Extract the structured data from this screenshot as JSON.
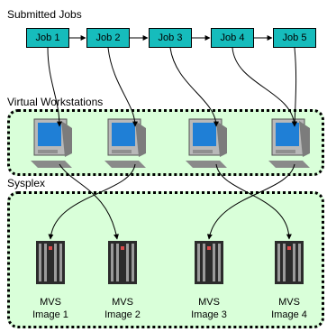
{
  "sections": {
    "submitted": "Submitted Jobs",
    "virtual": "Virtual Workstations",
    "sysplex": "Sysplex"
  },
  "jobs": [
    "Job 1",
    "Job 2",
    "Job 3",
    "Job 4",
    "Job 5"
  ],
  "images": [
    {
      "line1": "MVS",
      "line2": "Image 1"
    },
    {
      "line1": "MVS",
      "line2": "Image 2"
    },
    {
      "line1": "MVS",
      "line2": "Image 3"
    },
    {
      "line1": "MVS",
      "line2": "Image 4"
    }
  ],
  "colors": {
    "job_fill": "#16bcbc",
    "region_fill": "#d9ffd9",
    "monitor_screen": "#1f7fd6"
  }
}
